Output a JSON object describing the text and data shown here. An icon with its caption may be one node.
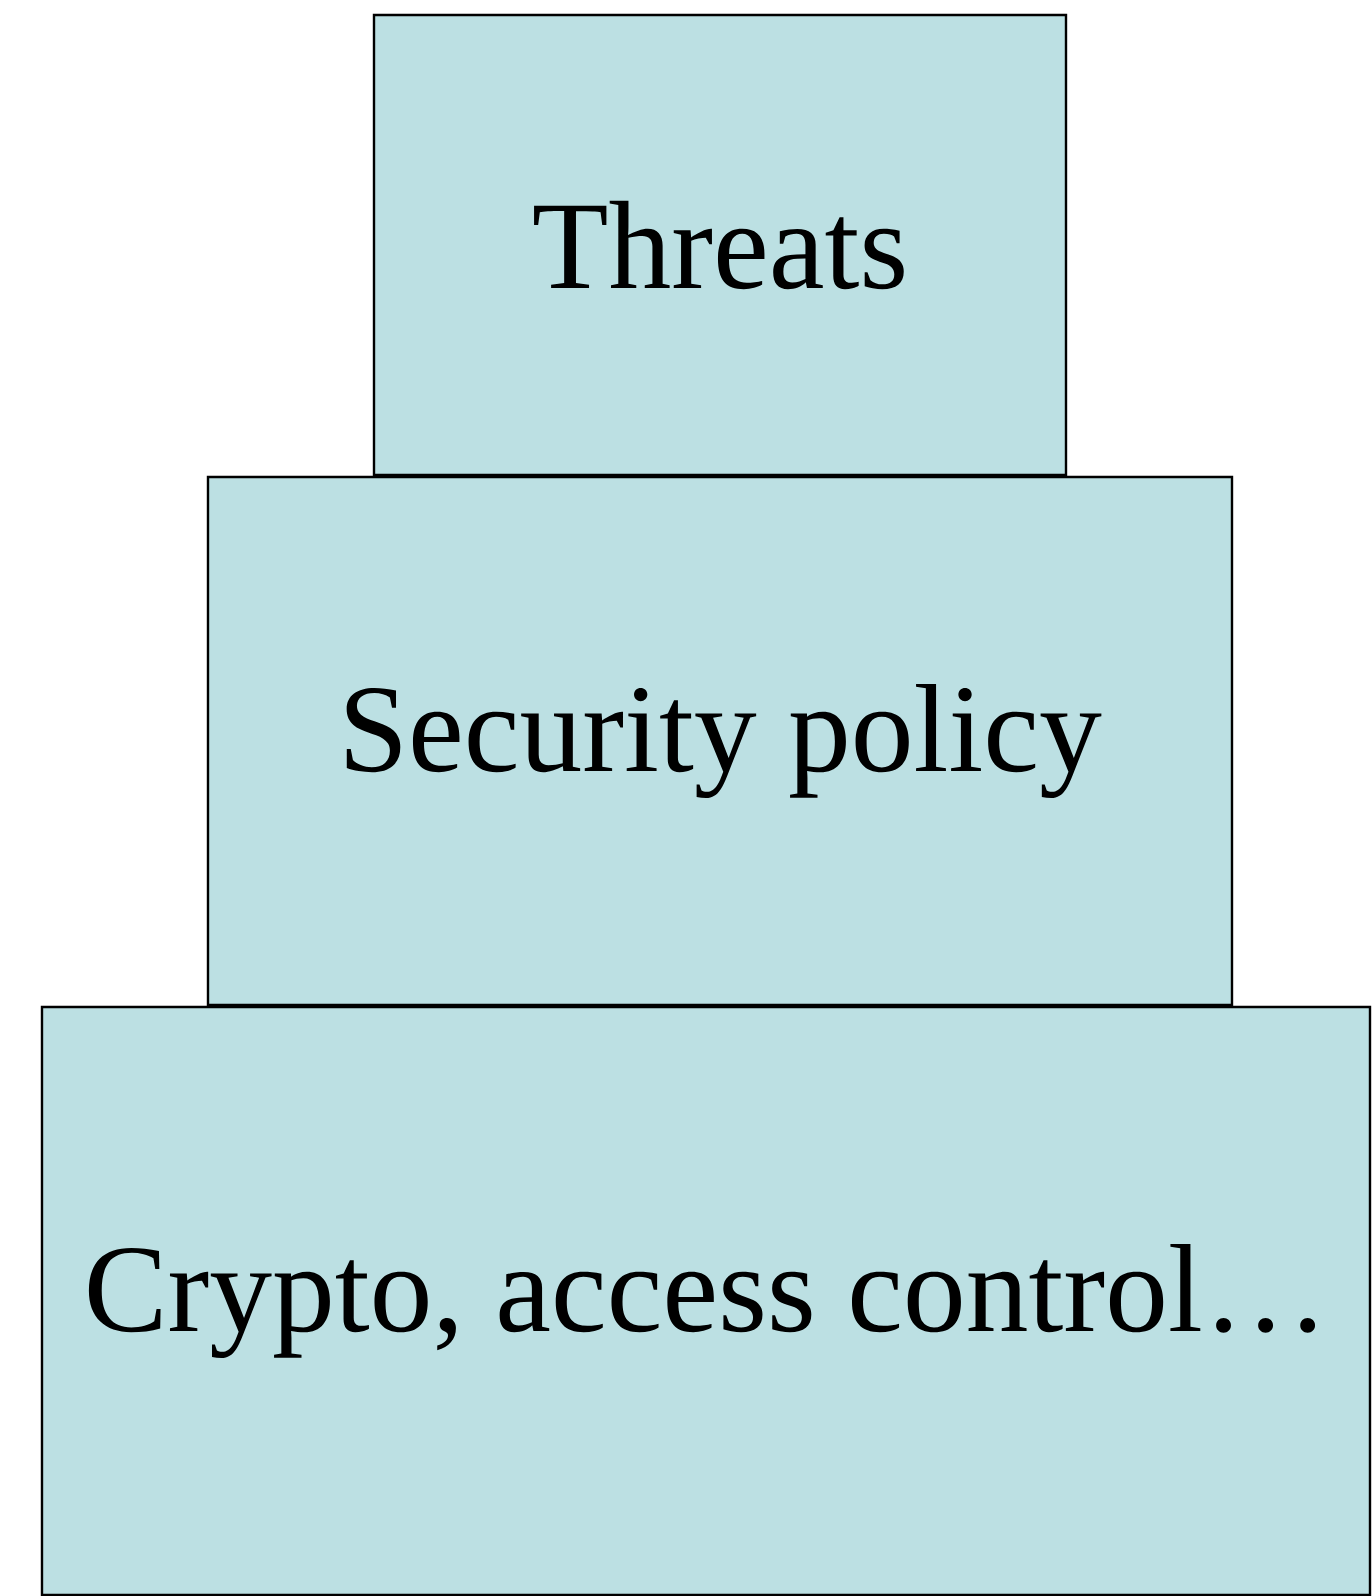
{
  "diagram": {
    "nodes": [
      {
        "text": [
          "Threats"
        ]
      },
      {
        "text": [
          "Security policy"
        ]
      },
      {
        "text": [
          "Crypto, access control…"
        ]
      }
    ]
  }
}
